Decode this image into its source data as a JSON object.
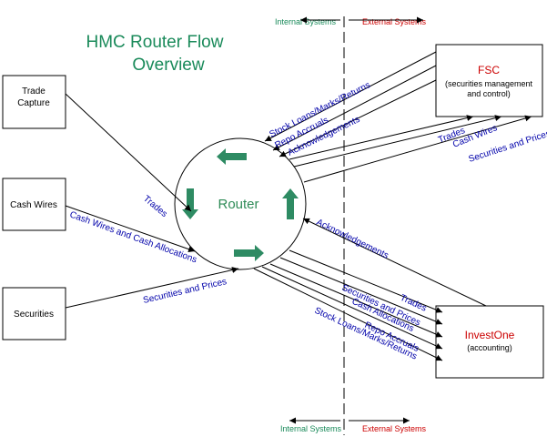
{
  "title_lines": [
    "HMC Router Flow",
    "Overview"
  ],
  "legend": {
    "internal": "Internal Systems",
    "external": "External Systems"
  },
  "router": {
    "label": "Router"
  },
  "sources": {
    "trade_capture": [
      "Trade",
      "Capture"
    ],
    "cash_wires": "Cash Wires",
    "securities": "Securities"
  },
  "systems": {
    "fsc": {
      "name": "FSC",
      "desc_lines": [
        "(securities management",
        "and control)"
      ]
    },
    "investone": {
      "name": "InvestOne",
      "desc": "(accounting)"
    }
  },
  "flows": {
    "trades_in": "Trades",
    "cash_wires_allocations": "Cash Wires and Cash Allocations",
    "securities_prices_in": "Securities and Prices",
    "fsc_stock_loans": "Stock Loans/Marks/Returns",
    "fsc_repo_accruals": "Repo Accruals",
    "fsc_acknowledgements": "Acknowledgements",
    "fsc_trades": "Trades",
    "fsc_cash_wires": "Cash Wires",
    "fsc_securities_prices": "Securities and Prices",
    "io_acknowledgements": "Acknowledgements",
    "io_trades": "Trades",
    "io_securities_prices": "Securities and Prices",
    "io_cash_allocations": "Cash Allocations",
    "io_repo_accruals": "Repo Accruals",
    "io_stock_loans": "Stock Loans/Marks/Returns"
  },
  "colors": {
    "title": "#1a8a5a",
    "router_arrows": "#2e8b63",
    "flow_labels": "#0000aa",
    "external_system": "#cc0000"
  }
}
